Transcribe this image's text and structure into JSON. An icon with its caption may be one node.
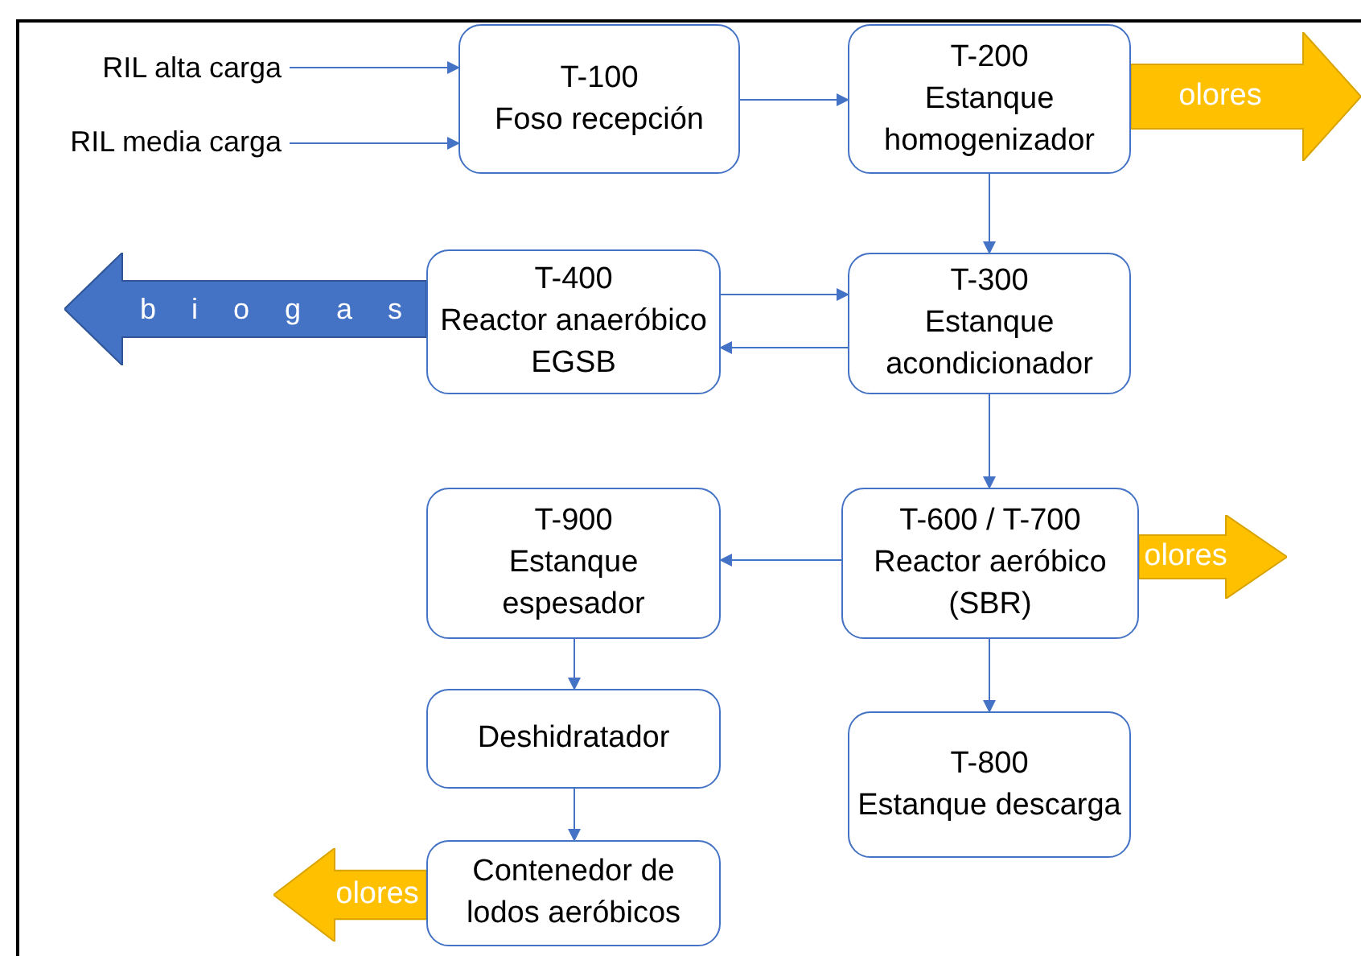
{
  "diagram": {
    "nodes": [
      {
        "text": [
          "RIL alta carga"
        ]
      },
      {
        "text": [
          "RIL media carga"
        ]
      },
      {
        "text": [
          "T-100",
          "Foso recepción"
        ]
      },
      {
        "text": [
          "T-200",
          "Estanque homogenizador"
        ]
      },
      {
        "text": [
          "olores"
        ]
      },
      {
        "text": [
          "T-400",
          "Reactor anaeróbico EGSB"
        ]
      },
      {
        "text": [
          "biogas"
        ]
      },
      {
        "text": [
          "T-300",
          "Estanque acondicionador"
        ]
      },
      {
        "text": [
          "T-900",
          "Estanque espesador"
        ]
      },
      {
        "text": [
          "T-600 / T-700",
          "Reactor aeróbico (SBR)"
        ]
      },
      {
        "text": [
          "olores"
        ]
      },
      {
        "text": [
          "Deshidratador"
        ]
      },
      {
        "text": [
          "T-800",
          "Estanque descarga"
        ]
      },
      {
        "text": [
          "Contenedor de lodos aeróbicos"
        ]
      },
      {
        "text": [
          "olores"
        ]
      }
    ],
    "edges": [
      {
        "from": 0,
        "to": 2,
        "arrow": "to"
      },
      {
        "from": 1,
        "to": 2,
        "arrow": "to"
      },
      {
        "from": 2,
        "to": 3,
        "arrow": "to"
      },
      {
        "from": 3,
        "to": 7,
        "arrow": "to"
      },
      {
        "from": 5,
        "to": 7,
        "arrow": "to"
      },
      {
        "from": 7,
        "to": 5,
        "arrow": "to"
      },
      {
        "from": 7,
        "to": 9,
        "arrow": "to"
      },
      {
        "from": 9,
        "to": 8,
        "arrow": "to"
      },
      {
        "from": 9,
        "to": 12,
        "arrow": "to"
      },
      {
        "from": 8,
        "to": 11,
        "arrow": "to"
      },
      {
        "from": 11,
        "to": 13,
        "arrow": "to"
      }
    ]
  }
}
